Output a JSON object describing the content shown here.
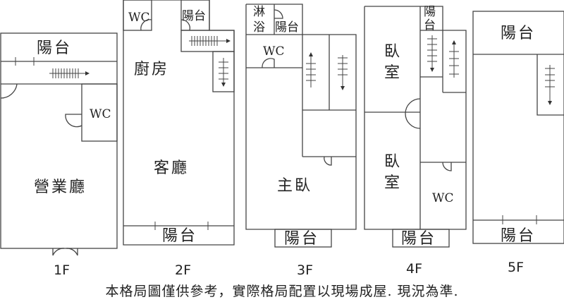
{
  "floors": [
    {
      "name": "1F",
      "rooms": {
        "balcony": "陽台",
        "wc": "WC",
        "hall": "營業廳"
      }
    },
    {
      "name": "2F",
      "rooms": {
        "wc": "WC",
        "balcony_top": "陽台",
        "kitchen": "廚房",
        "living": "客廳",
        "balcony": "陽台"
      }
    },
    {
      "name": "3F",
      "rooms": {
        "shower": "淋浴",
        "balcony_top": "陽台",
        "wc": "WC",
        "master": "主臥",
        "balcony": "陽台"
      }
    },
    {
      "name": "4F",
      "rooms": {
        "bedroom1": "臥室",
        "balcony_top": "陽台",
        "bedroom2": "臥室",
        "wc": "WC",
        "balcony": "陽台"
      }
    },
    {
      "name": "5F",
      "rooms": {
        "balcony_top": "陽台",
        "balcony": "陽台"
      }
    }
  ],
  "footer": "本格局圖僅供參考，實際格局配置以現場成屋. 現況為準."
}
